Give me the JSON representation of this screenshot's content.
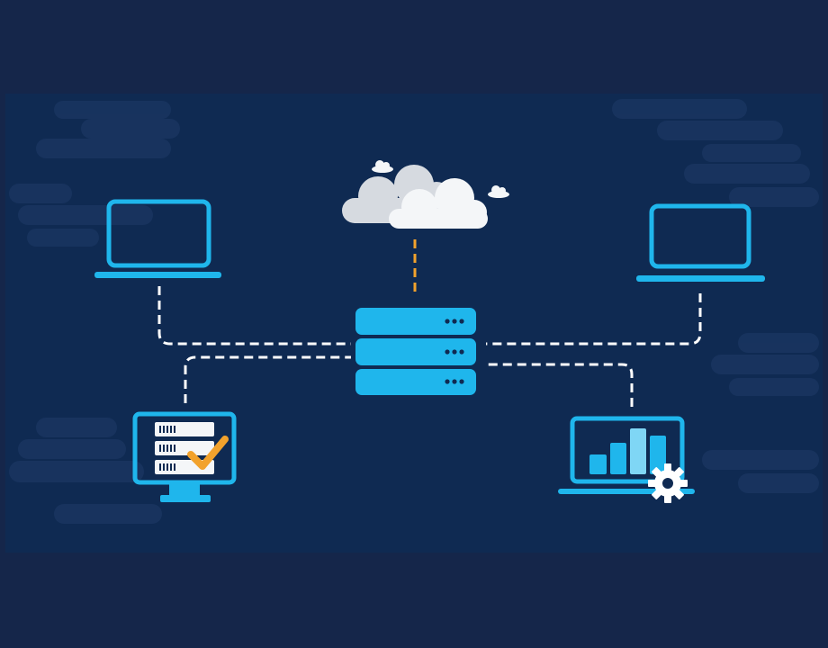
{
  "diagram": {
    "nodes": [
      {
        "id": "cloud",
        "icon": "cloud-icon"
      },
      {
        "id": "server",
        "icon": "server-rack-icon"
      },
      {
        "id": "laptop-left",
        "icon": "laptop-icon"
      },
      {
        "id": "laptop-right",
        "icon": "laptop-icon"
      },
      {
        "id": "monitor-checklist",
        "icon": "monitor-checklist-icon"
      },
      {
        "id": "laptop-analytics",
        "icon": "laptop-bar-chart-gear-icon"
      }
    ],
    "edges": [
      {
        "from": "cloud",
        "to": "server",
        "style": "dashed",
        "color": "#f2a22c"
      },
      {
        "from": "laptop-left",
        "to": "server",
        "style": "dashed",
        "color": "#ffffff"
      },
      {
        "from": "laptop-right",
        "to": "server",
        "style": "dashed",
        "color": "#ffffff"
      },
      {
        "from": "monitor-checklist",
        "to": "server",
        "style": "dashed",
        "color": "#ffffff"
      },
      {
        "from": "laptop-analytics",
        "to": "server",
        "style": "dashed",
        "color": "#ffffff"
      }
    ]
  },
  "colors": {
    "background_outer": "#15264a",
    "background_panel": "#0f2a52",
    "accent_blue": "#1fb6ec",
    "light_blue": "#7fd6f5",
    "check_orange": "#f2a22c",
    "cloud_gray": "#d6dae0",
    "cloud_white": "#f4f6f8"
  }
}
